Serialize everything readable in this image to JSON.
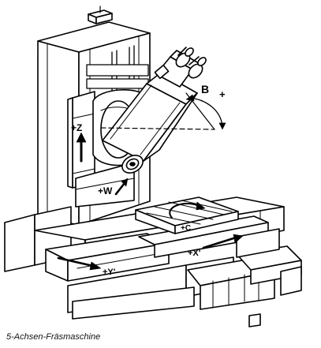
{
  "diagram": {
    "axis_labels": {
      "z": "+Z",
      "w": "+W",
      "b": "B",
      "b_plus": "+",
      "c": "+C",
      "x": "+X'",
      "y": "+Y'"
    }
  },
  "caption": "5-Achsen-Fräsmaschine"
}
